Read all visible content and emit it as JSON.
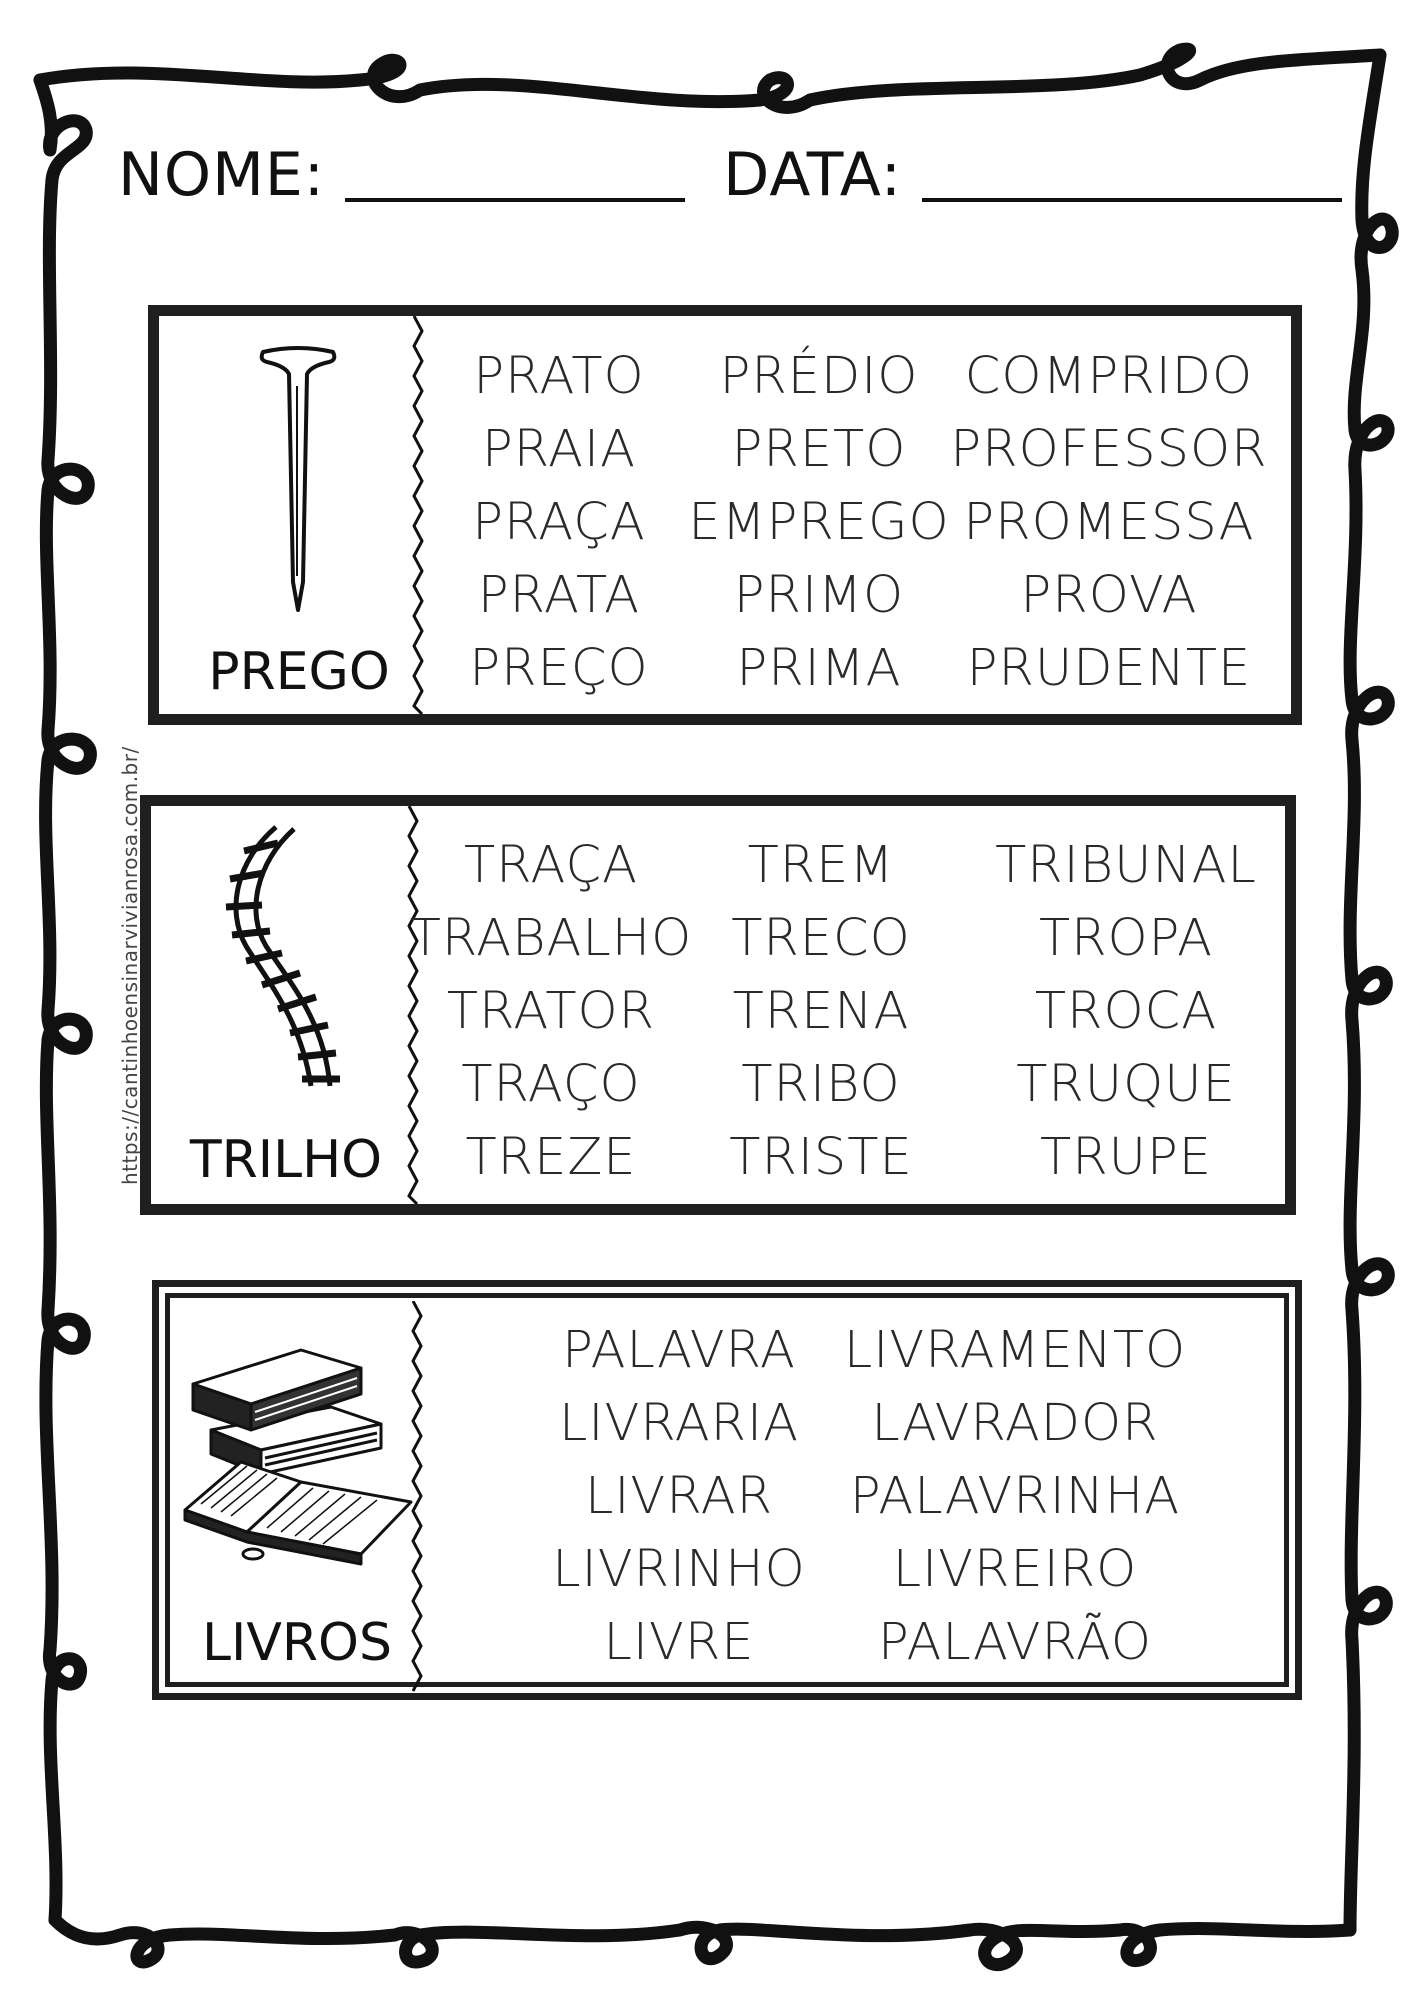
{
  "header": {
    "name_label": "NOME:",
    "date_label": "DATA:"
  },
  "side_url": "https://cantinhoensinarvivianrosa.com.br/",
  "sections": [
    {
      "label": "PREGO",
      "icon": "nail-icon",
      "columns": [
        [
          "PRATO",
          "PRAIA",
          "PRAÇA",
          "PRATA",
          "PREÇO"
        ],
        [
          "PRÉDIO",
          "PRETO",
          "EMPREGO",
          "PRIMO",
          "PRIMA"
        ],
        [
          "COMPRIDO",
          "PROFESSOR",
          "PROMESSA",
          "PROVA",
          "PRUDENTE"
        ]
      ]
    },
    {
      "label": "TRILHO",
      "icon": "railroad-track-icon",
      "columns": [
        [
          "TRAÇA",
          "TRABALHO",
          "TRATOR",
          "TRAÇO",
          "TREZE"
        ],
        [
          "TREM",
          "TRECO",
          "TRENA",
          "TRIBO",
          "TRISTE"
        ],
        [
          "TRIBUNAL",
          "TROPA",
          "TROCA",
          "TRUQUE",
          "TRUPE"
        ]
      ]
    },
    {
      "label": "LIVROS",
      "icon": "books-icon",
      "columns": [
        [
          "PALAVRA",
          "LIVRARIA",
          "LIVRAR",
          "LIVRINHO",
          "LIVRE"
        ],
        [
          "LIVRAMENTO",
          "LAVRADOR",
          "PALAVRINHA",
          "LIVREIRO",
          "PALAVRÃO"
        ]
      ]
    }
  ]
}
